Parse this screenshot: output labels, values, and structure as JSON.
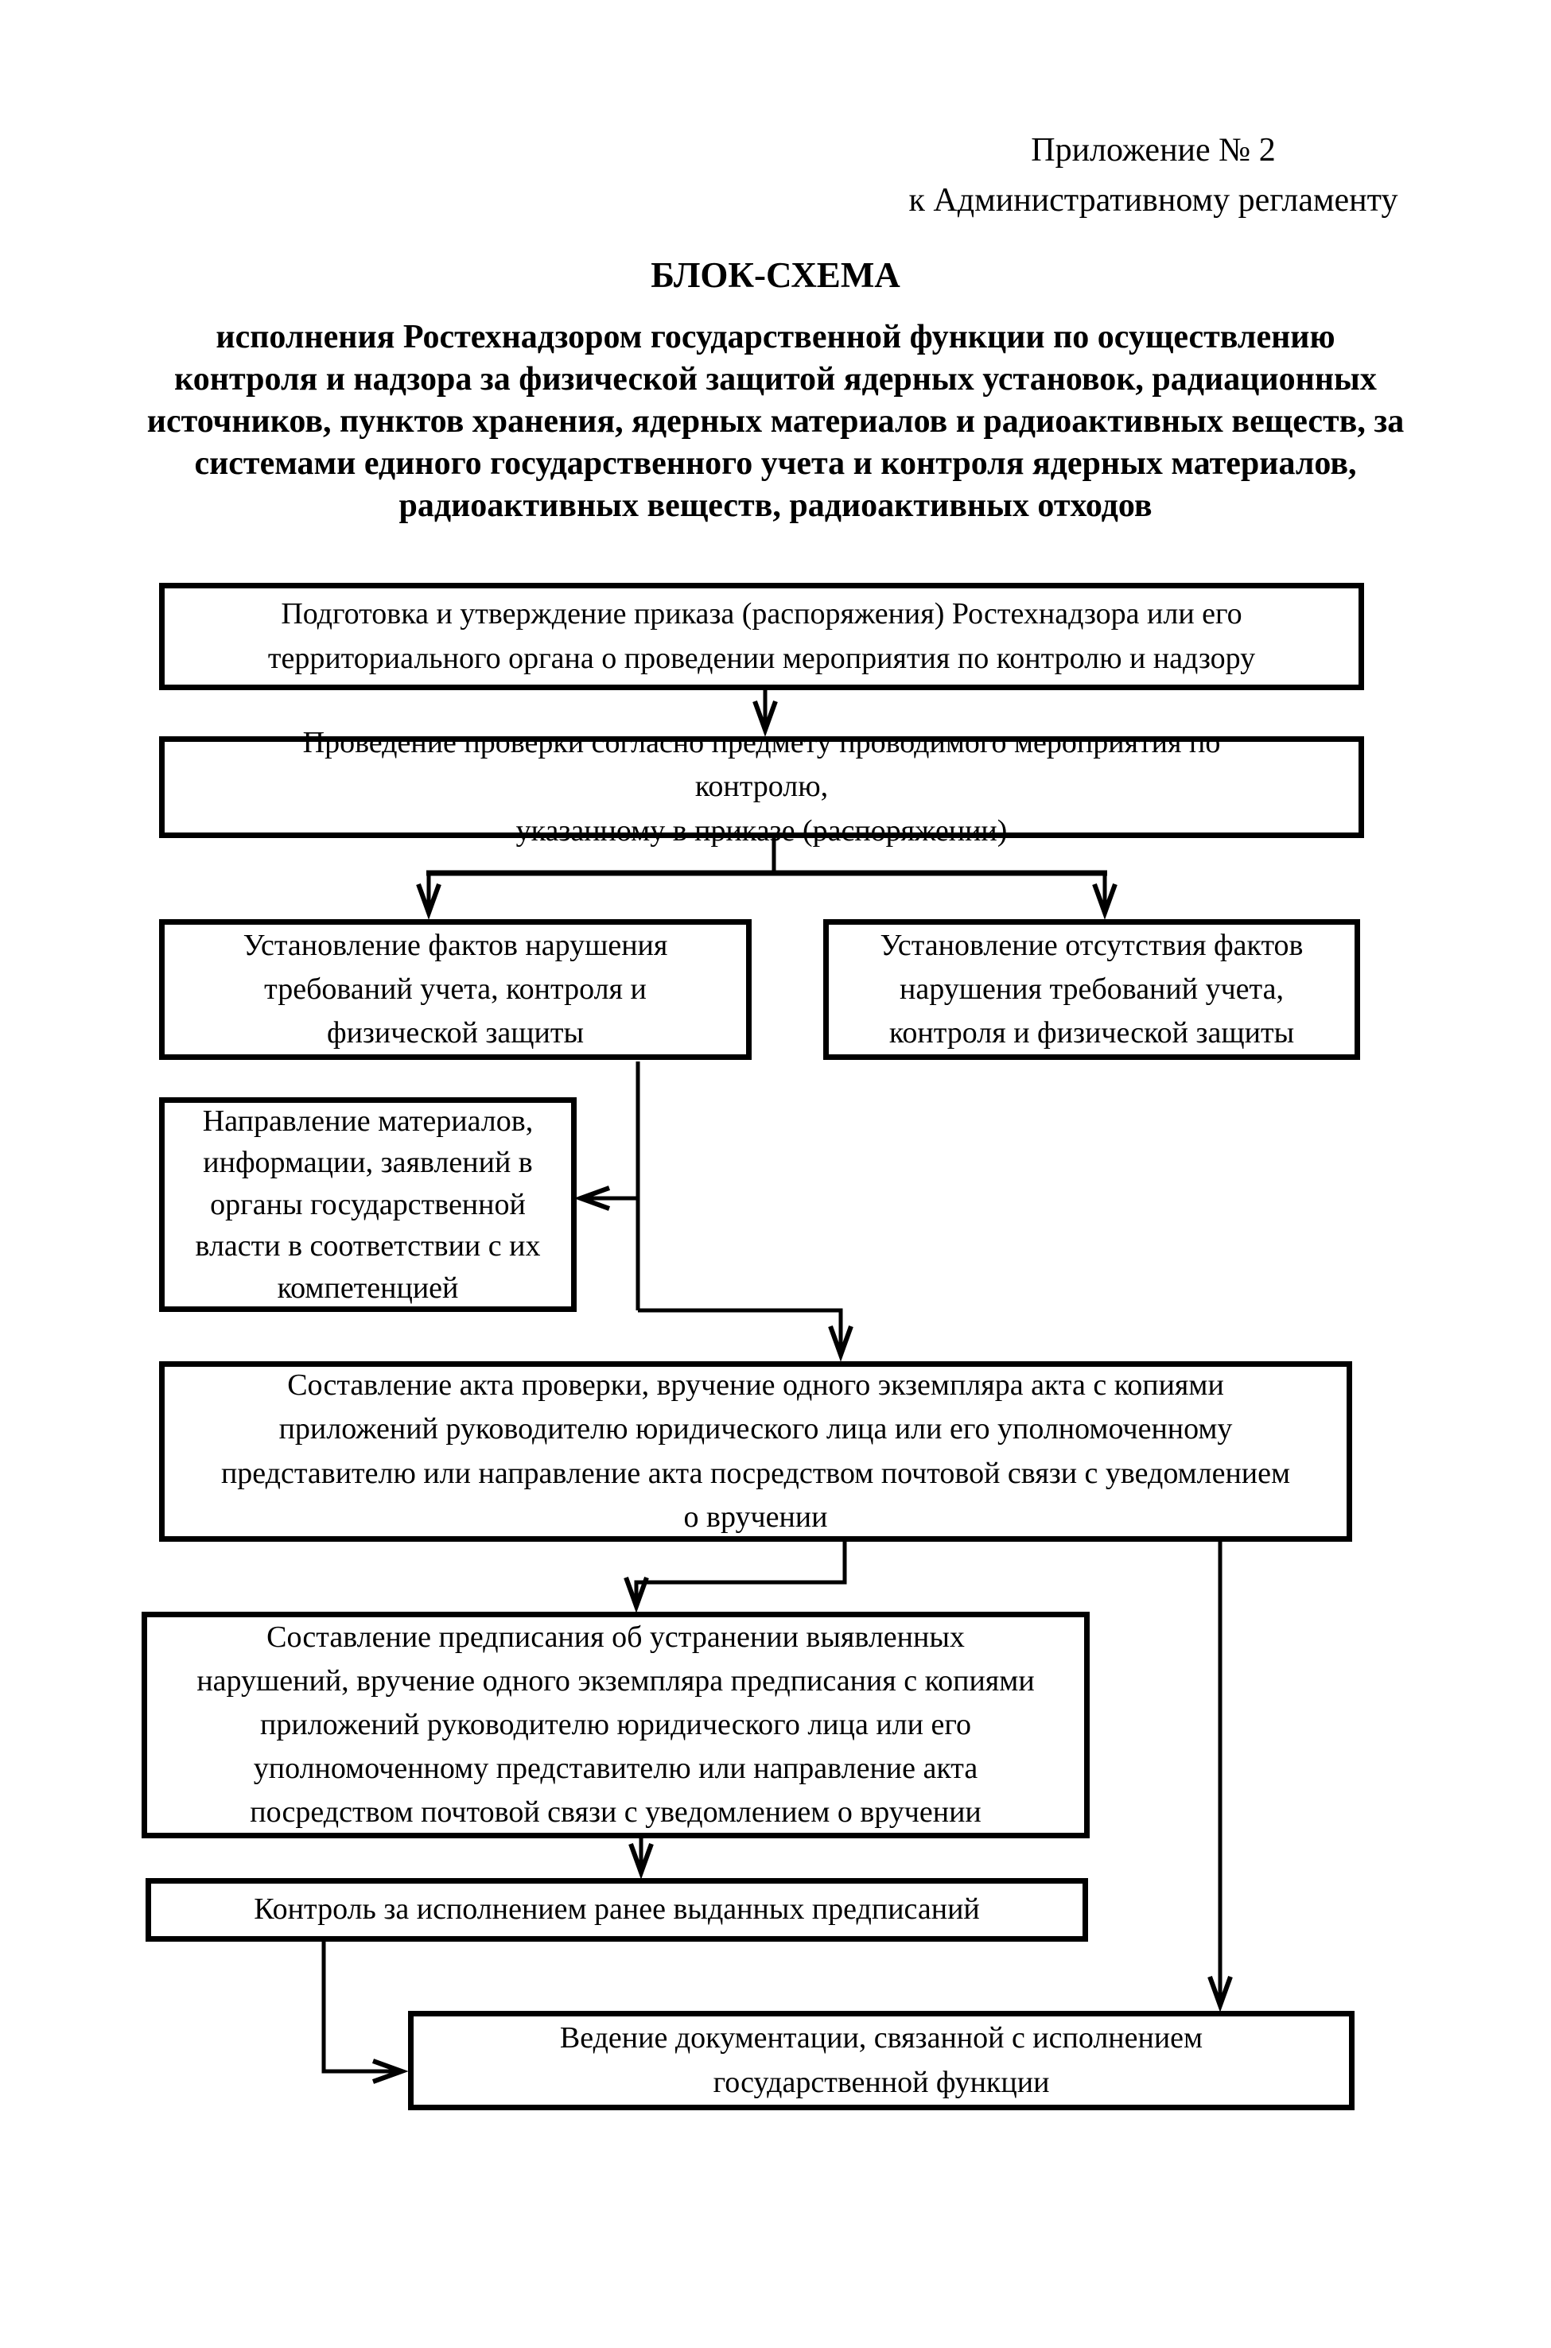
{
  "annex": {
    "line1": "Приложение № 2",
    "line2": "к Административному регламенту"
  },
  "title": {
    "heading": "БЛОК-СХЕМА",
    "subtitle_lines": [
      "исполнения Ростехнадзором государственной функции по осуществлению",
      "контроля и надзора за физической защитой ядерных установок, радиационных",
      "источников, пунктов хранения, ядерных материалов и радиоактивных веществ, за",
      "системами единого государственного учета и контроля ядерных материалов,",
      "радиоактивных веществ, радиоактивных отходов"
    ]
  },
  "flowchart": {
    "nodes": {
      "prepare_order": {
        "lines": [
          "Подготовка и утверждение приказа (распоряжения) Ростехнадзора или его",
          "территориального органа о проведении мероприятия по контролю и надзору"
        ]
      },
      "conduct_check": {
        "lines": [
          "Проведение проверки согласно предмету проводимого мероприятия по контролю,",
          "указанному в приказе (распоряжении)"
        ]
      },
      "violations_found": {
        "lines": [
          "Установление фактов нарушения",
          "требований учета, контроля и",
          "физической защиты"
        ]
      },
      "no_violations": {
        "lines": [
          "Установление отсутствия фактов",
          "нарушения требований учета,",
          "контроля и физической защиты"
        ]
      },
      "send_materials": {
        "lines": [
          "Направление материалов,",
          "информации, заявлений в",
          "органы государственной",
          "власти в соответствии с их",
          "компетенцией"
        ]
      },
      "draw_up_act": {
        "lines": [
          "Составление акта проверки, вручение одного экземпляра акта с копиями",
          "приложений руководителю юридического лица или его уполномоченному",
          "представителю или направление акта посредством почтовой связи с уведомлением",
          "о вручении"
        ]
      },
      "draw_up_prescription": {
        "lines": [
          "Составление предписания об устранении выявленных",
          "нарушений, вручение одного экземпляра предписания с копиями",
          "приложений руководителю юридического лица или его",
          "уполномоченному представителю или направление акта",
          "посредством почтовой связи с уведомлением о вручении"
        ]
      },
      "control_execution": {
        "lines": [
          "Контроль за исполнением ранее выданных предписаний"
        ]
      },
      "documentation": {
        "lines": [
          "Ведение документации, связанной с исполнением",
          "государственной функции"
        ]
      }
    }
  },
  "colors": {
    "ink": "#000000",
    "paper": "#ffffff"
  }
}
